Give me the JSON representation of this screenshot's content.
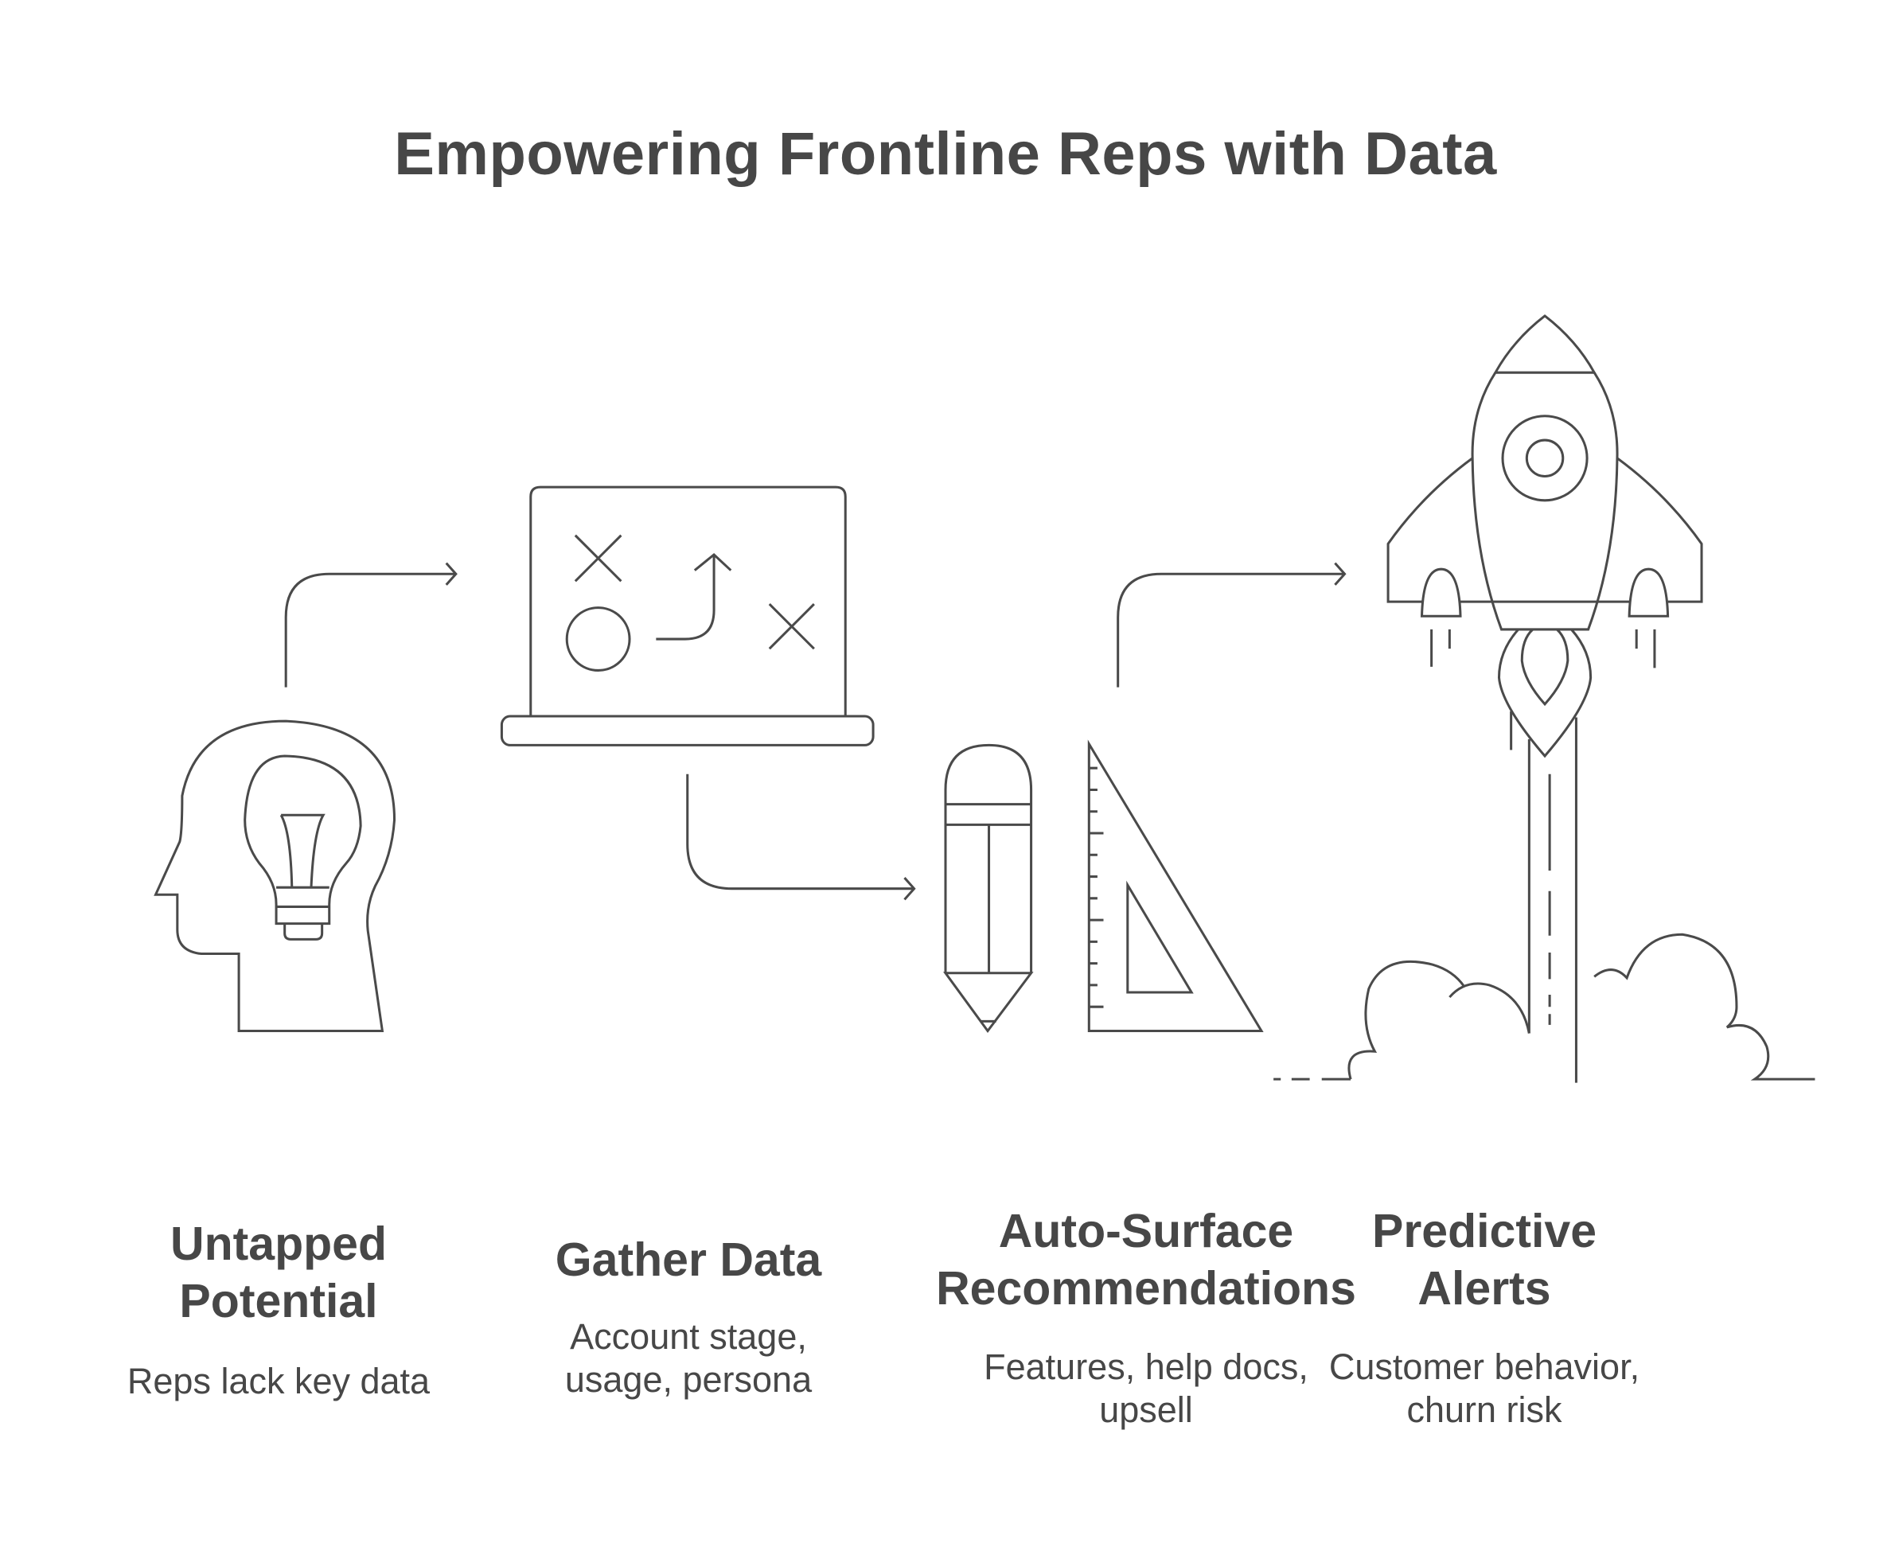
{
  "title": "Empowering Frontline Reps with Data",
  "steps": [
    {
      "heading_lines": [
        "Untapped",
        "Potential"
      ],
      "description_lines": [
        "Reps lack key data"
      ],
      "icon": "head-lightbulb-icon"
    },
    {
      "heading_lines": [
        "Gather Data"
      ],
      "description_lines": [
        "Account stage,",
        "usage, persona"
      ],
      "icon": "laptop-strategy-icon"
    },
    {
      "heading_lines": [
        "Auto-Surface",
        "Recommendations"
      ],
      "description_lines": [
        "Features, help docs,",
        "upsell"
      ],
      "icon": "pencil-ruler-icon"
    },
    {
      "heading_lines": [
        "Predictive",
        "Alerts"
      ],
      "description_lines": [
        "Customer behavior,",
        "churn risk"
      ],
      "icon": "rocket-launch-icon"
    }
  ],
  "colors": {
    "stroke": "#4a4a4a",
    "text": "#474747",
    "background": "#ffffff"
  }
}
